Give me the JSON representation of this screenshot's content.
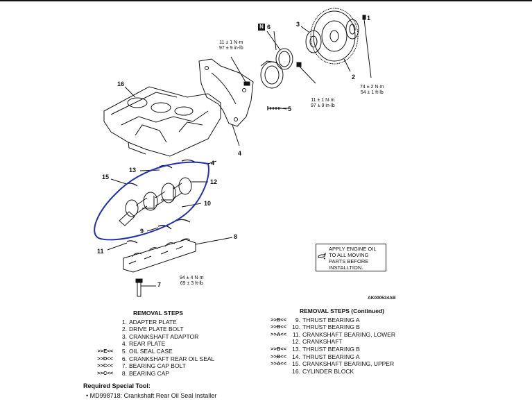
{
  "diagram": {
    "doc_code": "AK000534AB",
    "callouts": {
      "c1": "1",
      "c2": "2",
      "c3": "3",
      "c4a": "4",
      "c4b": "4",
      "c5": "5",
      "c6": "6",
      "c7": "7",
      "c8": "8",
      "c9": "9",
      "c10": "10",
      "c11": "11",
      "c12": "12",
      "c13": "13",
      "c15": "15",
      "c16": "16"
    },
    "new_part_mark": "N",
    "torque_specs": {
      "adapter_plate_bolt": [
        "11 ± 1 N·m",
        "97 ± 9 in-lb"
      ],
      "oil_seal_case_bolt": [
        "11 ± 1 N·m",
        "97 ± 9 in-lb"
      ],
      "drive_plate_bolt": [
        "74 ± 2 N·m",
        "54 ± 1 ft-lb"
      ],
      "bearing_cap_bolt": [
        "94 ± 4 N·m",
        "69 ± 3 ft-lb"
      ]
    },
    "oil_note": [
      "APPLY ENGINE OIL",
      "TO ALL MOVING",
      "PARTS BEFORE",
      "INSTALLTION."
    ],
    "colors": {
      "line": "#111111",
      "markup_circle": "#1f2fb0"
    }
  },
  "removal_steps_left": {
    "heading": "REMOVAL STEPS",
    "steps": [
      {
        "mark": "",
        "no": "1.",
        "label": "ADAPTER PLATE"
      },
      {
        "mark": "",
        "no": "2.",
        "label": "DRIVE PLATE BOLT"
      },
      {
        "mark": "",
        "no": "3.",
        "label": "CRANKSHAFT ADAPTOR"
      },
      {
        "mark": "",
        "no": "4.",
        "label": "REAR PLATE"
      },
      {
        "mark": ">>E<<",
        "no": "5.",
        "label": "OIL SEAL CASE"
      },
      {
        "mark": ">>D<<",
        "no": "6.",
        "label": "CRANKSHAFT REAR OIL SEAL"
      },
      {
        "mark": ">>C<<",
        "no": "7.",
        "label": "BEARING CAP BOLT"
      },
      {
        "mark": ">>C<<",
        "no": "8.",
        "label": "BEARING CAP"
      }
    ]
  },
  "removal_steps_right": {
    "heading": "REMOVAL STEPS (Continued)",
    "steps": [
      {
        "mark": ">>B<<",
        "no": "9.",
        "label": "THRUST BEARING A"
      },
      {
        "mark": ">>B<<",
        "no": "10.",
        "label": "THRUST BEARING B"
      },
      {
        "mark": ">>A<<",
        "no": "11.",
        "label": "CRANKSHAFT BEARING, LOWER"
      },
      {
        "mark": "",
        "no": "12.",
        "label": "CRANKSHAFT"
      },
      {
        "mark": ">>B<<",
        "no": "13.",
        "label": "THRUST BEARING B"
      },
      {
        "mark": ">>B<<",
        "no": "14.",
        "label": "THRUST BEARING A"
      },
      {
        "mark": ">>A<<",
        "no": "15.",
        "label": "CRANKSHAFT BEARING, UPPER"
      },
      {
        "mark": "",
        "no": "16.",
        "label": "CYLINDER BLOCK"
      }
    ]
  },
  "special_tool": {
    "heading": "Required Special Tool:",
    "items": [
      "MD998718: Crankshaft Rear Oil Seal Installer"
    ]
  }
}
